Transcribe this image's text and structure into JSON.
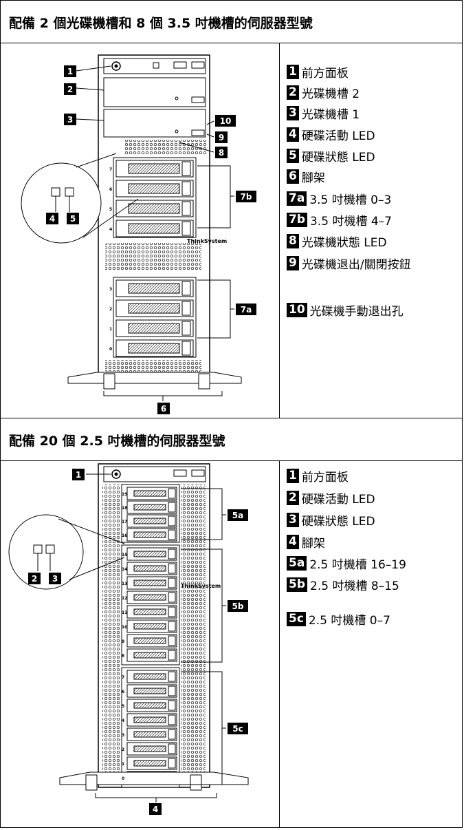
{
  "section1": {
    "title": "配備 2 個光碟機槽和 8 個 3.5 吋機槽的伺服器型號",
    "legend": [
      {
        "num": "1",
        "text": "前方面板"
      },
      {
        "num": "2",
        "text": "光碟機槽 2"
      },
      {
        "num": "3",
        "text": "光碟機槽 1"
      },
      {
        "num": "4",
        "text": "硬碟活動 LED"
      },
      {
        "num": "5",
        "text": "硬碟狀態 LED"
      },
      {
        "num": "6",
        "text": "腳架"
      },
      {
        "num": "7a",
        "text": "3.5 吋機槽 0–3"
      },
      {
        "num": "7b",
        "text": "3.5 吋機槽 4–7"
      },
      {
        "num": "8",
        "text": "光碟機狀態 LED"
      },
      {
        "num": "9",
        "text": "光碟機退出/關閉按鈕"
      },
      {
        "num": "10",
        "text": "光碟機手動退出孔"
      }
    ],
    "callouts": [
      "1",
      "2",
      "3",
      "10",
      "9",
      "8",
      "4",
      "5",
      "7b",
      "7a",
      "6"
    ],
    "bay_numbers_upper": [
      "7",
      "6",
      "5",
      "4"
    ],
    "bay_numbers_lower": [
      "3",
      "2",
      "1",
      "0"
    ],
    "brand": "ThinkSystem"
  },
  "section2": {
    "title": "配備 20 個 2.5 吋機槽的伺服器型號",
    "legend": [
      {
        "num": "1",
        "text": "前方面板"
      },
      {
        "num": "2",
        "text": "硬碟活動 LED"
      },
      {
        "num": "3",
        "text": "硬碟狀態 LED"
      },
      {
        "num": "4",
        "text": "腳架"
      },
      {
        "num": "5a",
        "text": "2.5 吋機槽 16–19"
      },
      {
        "num": "5b",
        "text": "2.5 吋機槽 8–15"
      },
      {
        "num": "5c",
        "text": "2.5 吋機槽 0–7"
      }
    ],
    "callouts": [
      "1",
      "2",
      "3",
      "5a",
      "5b",
      "5c",
      "4"
    ],
    "bay_numbers_top": [
      "19",
      "18",
      "17",
      "16"
    ],
    "bay_numbers_mid": [
      "15",
      "14",
      "13",
      "12",
      "11",
      "10",
      "9",
      "8"
    ],
    "bay_numbers_low": [
      "7",
      "6",
      "5",
      "4",
      "3",
      "2",
      "1",
      "0"
    ],
    "brand": "ThinkSystem"
  }
}
